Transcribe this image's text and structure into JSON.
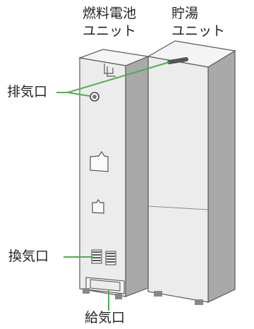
{
  "labels": {
    "fuel_cell_unit_line1": "燃料電池",
    "fuel_cell_unit_line2": "ユニット",
    "storage_unit_line1": "貯湯",
    "storage_unit_line2": "ユニット",
    "exhaust": "排気口",
    "ventilation": "換気口",
    "intake": "給気口"
  },
  "colors": {
    "leader_line": "#4caf50",
    "front_panel": "#ececec",
    "side_panel": "#a9a9a9",
    "outline": "#5a5a5a"
  }
}
